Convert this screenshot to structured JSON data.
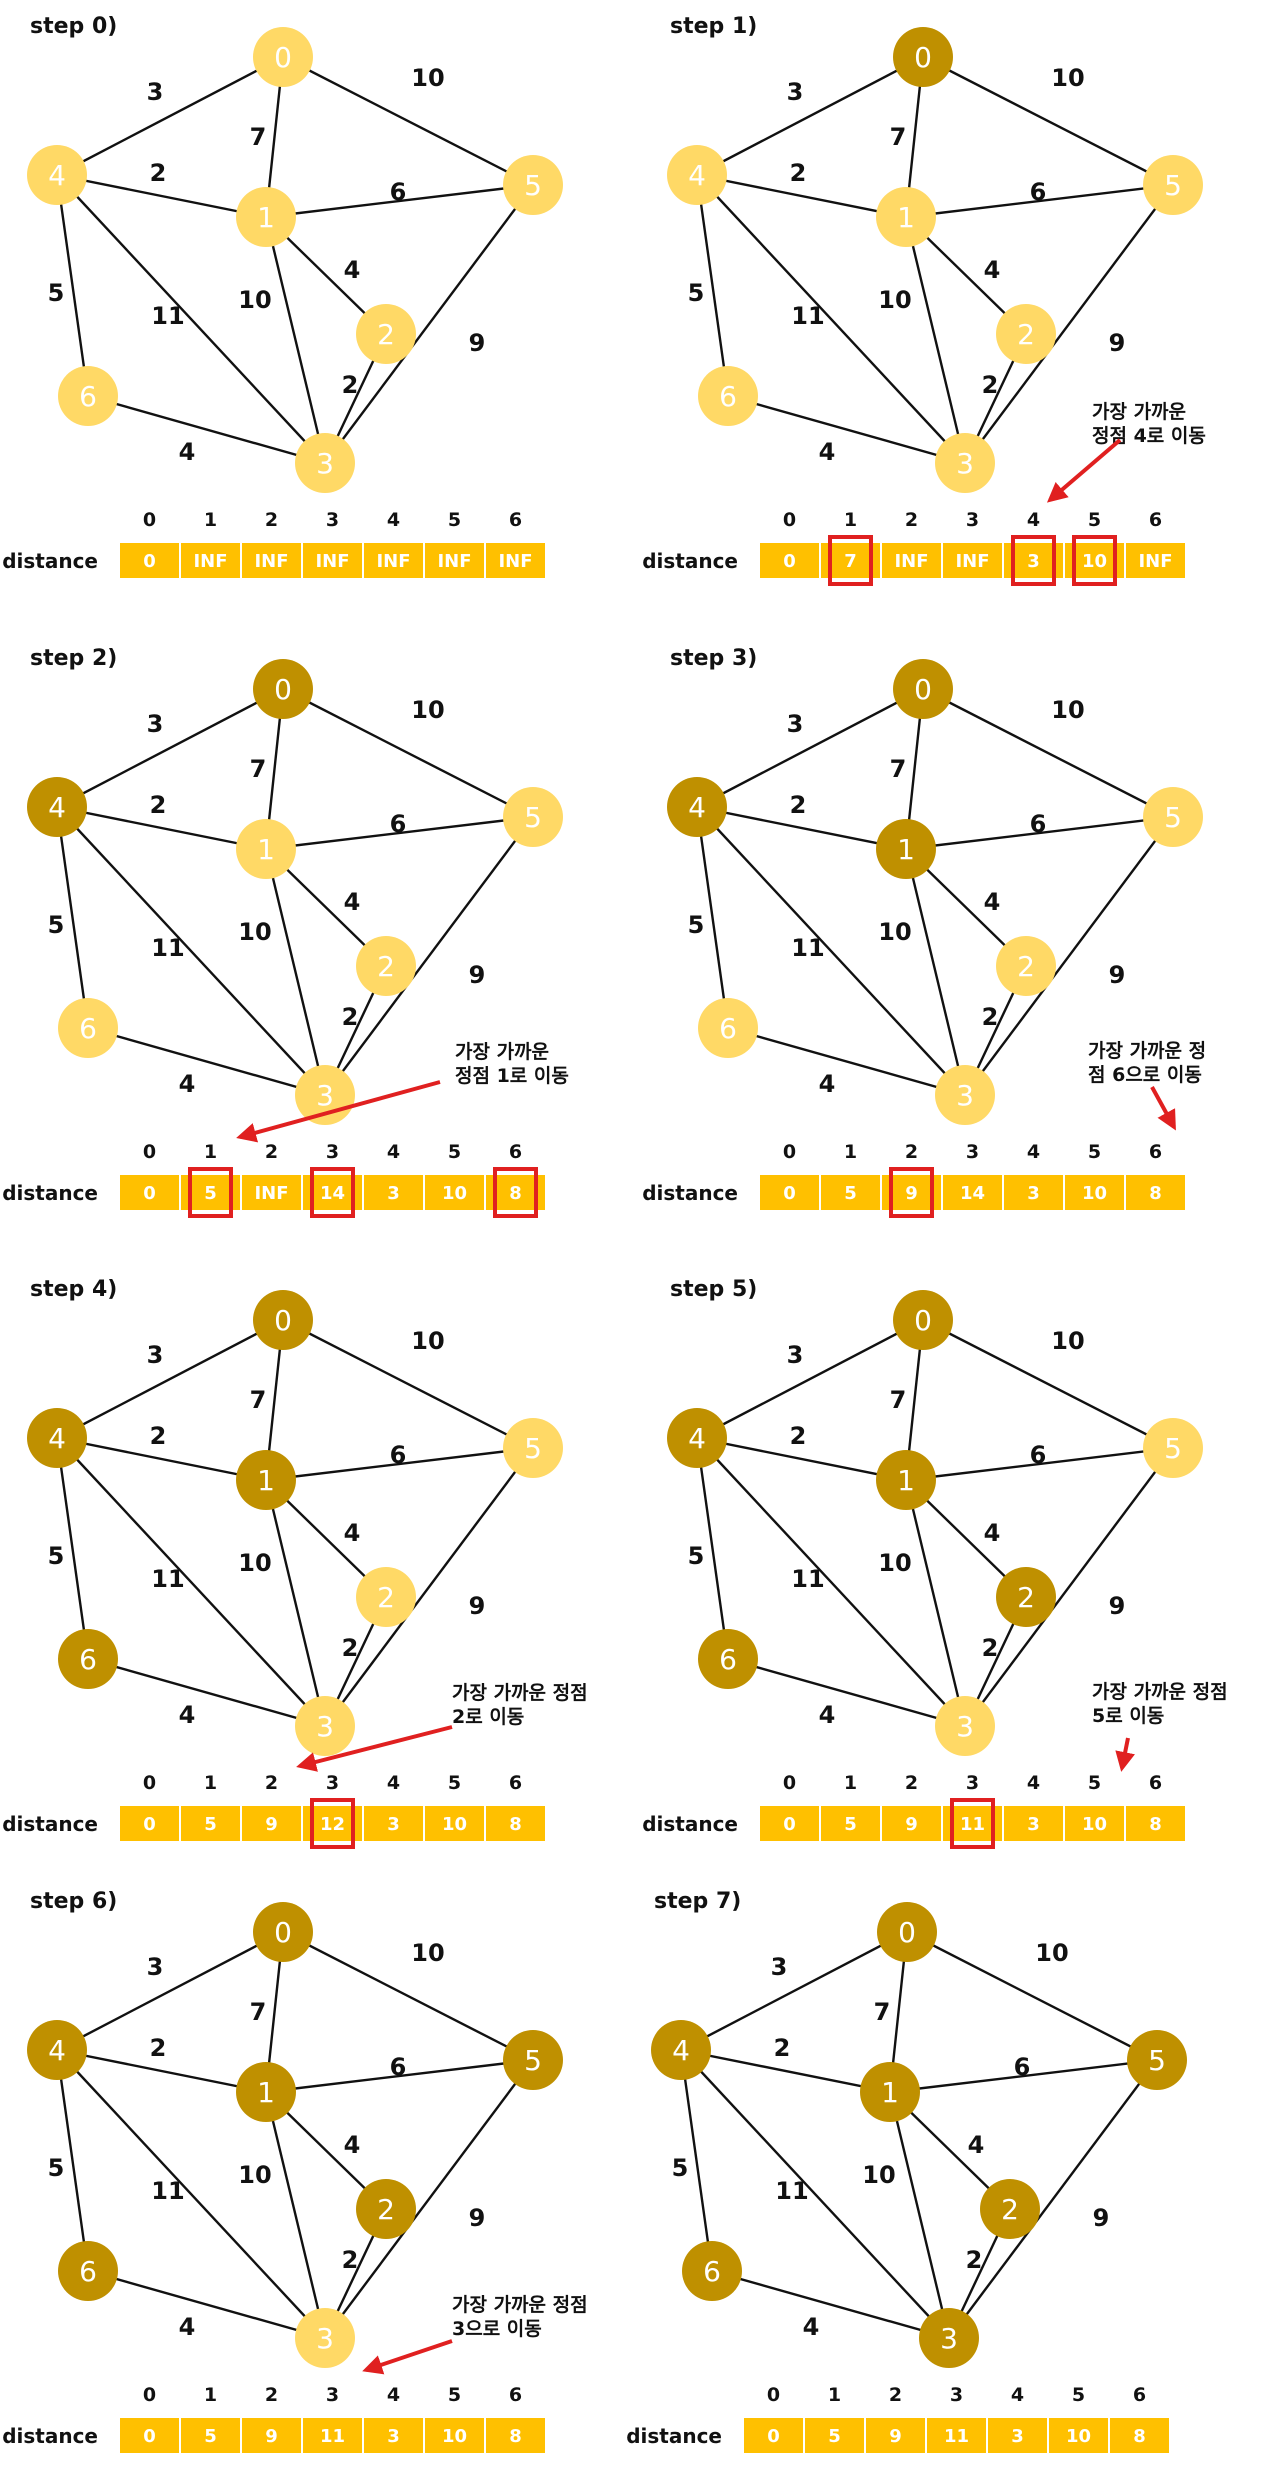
{
  "colors": {
    "unvisited": "#FFD966",
    "visited": "#BF9000",
    "cell": "#FFC000",
    "highlight": "#E02020",
    "arrow": "#E02020"
  },
  "graph": {
    "nodes": [
      "0",
      "1",
      "2",
      "3",
      "4",
      "5",
      "6"
    ],
    "edges": [
      {
        "a": 0,
        "b": 4,
        "w": "3"
      },
      {
        "a": 0,
        "b": 1,
        "w": "7"
      },
      {
        "a": 0,
        "b": 5,
        "w": "10"
      },
      {
        "a": 4,
        "b": 1,
        "w": "2"
      },
      {
        "a": 1,
        "b": 5,
        "w": "6"
      },
      {
        "a": 1,
        "b": 2,
        "w": "4"
      },
      {
        "a": 1,
        "b": 3,
        "w": "10"
      },
      {
        "a": 4,
        "b": 6,
        "w": "5"
      },
      {
        "a": 4,
        "b": 3,
        "w": "11"
      },
      {
        "a": 2,
        "b": 3,
        "w": "2"
      },
      {
        "a": 5,
        "b": 3,
        "w": "9"
      },
      {
        "a": 6,
        "b": 3,
        "w": "4"
      }
    ]
  },
  "table": {
    "label": "distance",
    "indices": [
      "0",
      "1",
      "2",
      "3",
      "4",
      "5",
      "6"
    ]
  },
  "steps": [
    {
      "title": "step 0)",
      "visited": [],
      "distances": [
        "0",
        "INF",
        "INF",
        "INF",
        "INF",
        "INF",
        "INF"
      ],
      "highlights": [],
      "note": []
    },
    {
      "title": "step 1)",
      "visited": [
        0
      ],
      "distances": [
        "0",
        "7",
        "INF",
        "INF",
        "3",
        "10",
        "INF"
      ],
      "highlights": [
        1,
        4,
        5
      ],
      "note": [
        "가장 가까운",
        "정점 4로 이동"
      ]
    },
    {
      "title": "step 2)",
      "visited": [
        0,
        4
      ],
      "distances": [
        "0",
        "5",
        "INF",
        "14",
        "3",
        "10",
        "8"
      ],
      "highlights": [
        1,
        3,
        6
      ],
      "note": [
        "가장 가까운",
        "정점 1로 이동"
      ]
    },
    {
      "title": "step 3)",
      "visited": [
        0,
        4,
        1
      ],
      "distances": [
        "0",
        "5",
        "9",
        "14",
        "3",
        "10",
        "8"
      ],
      "highlights": [
        2
      ],
      "note": [
        "가장 가까운 정",
        "점 6으로 이동"
      ]
    },
    {
      "title": "step 4)",
      "visited": [
        0,
        4,
        1,
        6
      ],
      "distances": [
        "0",
        "5",
        "9",
        "12",
        "3",
        "10",
        "8"
      ],
      "highlights": [
        3
      ],
      "note": [
        "가장 가까운 정점",
        "2로 이동"
      ]
    },
    {
      "title": "step 5)",
      "visited": [
        0,
        4,
        1,
        6,
        2
      ],
      "distances": [
        "0",
        "5",
        "9",
        "11",
        "3",
        "10",
        "8"
      ],
      "highlights": [
        3
      ],
      "note": [
        "가장 가까운 정점",
        "5로 이동"
      ]
    },
    {
      "title": "step 6)",
      "visited": [
        0,
        4,
        1,
        6,
        2,
        5
      ],
      "distances": [
        "0",
        "5",
        "9",
        "11",
        "3",
        "10",
        "8"
      ],
      "highlights": [],
      "note": [
        "가장 가까운 정점",
        "3으로 이동"
      ]
    },
    {
      "title": "step 7)",
      "visited": [
        0,
        4,
        1,
        6,
        2,
        5,
        3
      ],
      "distances": [
        "0",
        "5",
        "9",
        "11",
        "3",
        "10",
        "8"
      ],
      "highlights": [],
      "note": []
    }
  ]
}
